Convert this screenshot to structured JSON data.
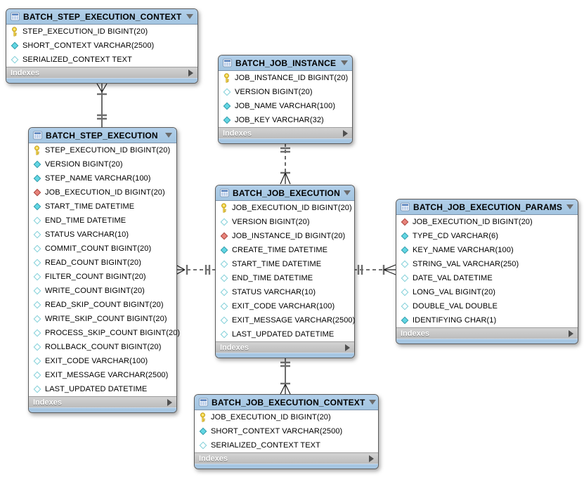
{
  "tables": [
    {
      "name": "BATCH_STEP_EXECUTION_CONTEXT",
      "indexes_label": "Indexes",
      "fields": [
        {
          "icon": "primary-key",
          "name": "STEP_EXECUTION_ID",
          "type": "BIGINT(20)"
        },
        {
          "icon": "column-filled",
          "name": "SHORT_CONTEXT",
          "type": "VARCHAR(2500)"
        },
        {
          "icon": "column-hollow",
          "name": "SERIALIZED_CONTEXT",
          "type": "TEXT"
        }
      ]
    },
    {
      "name": "BATCH_JOB_INSTANCE",
      "indexes_label": "Indexes",
      "fields": [
        {
          "icon": "primary-key",
          "name": "JOB_INSTANCE_ID",
          "type": "BIGINT(20)"
        },
        {
          "icon": "column-hollow",
          "name": "VERSION",
          "type": "BIGINT(20)"
        },
        {
          "icon": "column-filled",
          "name": "JOB_NAME",
          "type": "VARCHAR(100)"
        },
        {
          "icon": "column-filled",
          "name": "JOB_KEY",
          "type": "VARCHAR(32)"
        }
      ]
    },
    {
      "name": "BATCH_STEP_EXECUTION",
      "indexes_label": "Indexes",
      "fields": [
        {
          "icon": "primary-key",
          "name": "STEP_EXECUTION_ID",
          "type": "BIGINT(20)"
        },
        {
          "icon": "column-filled",
          "name": "VERSION",
          "type": "BIGINT(20)"
        },
        {
          "icon": "column-filled",
          "name": "STEP_NAME",
          "type": "VARCHAR(100)"
        },
        {
          "icon": "foreign-key",
          "name": "JOB_EXECUTION_ID",
          "type": "BIGINT(20)"
        },
        {
          "icon": "column-filled",
          "name": "START_TIME",
          "type": "DATETIME"
        },
        {
          "icon": "column-hollow",
          "name": "END_TIME",
          "type": "DATETIME"
        },
        {
          "icon": "column-hollow",
          "name": "STATUS",
          "type": "VARCHAR(10)"
        },
        {
          "icon": "column-hollow",
          "name": "COMMIT_COUNT",
          "type": "BIGINT(20)"
        },
        {
          "icon": "column-hollow",
          "name": "READ_COUNT",
          "type": "BIGINT(20)"
        },
        {
          "icon": "column-hollow",
          "name": "FILTER_COUNT",
          "type": "BIGINT(20)"
        },
        {
          "icon": "column-hollow",
          "name": "WRITE_COUNT",
          "type": "BIGINT(20)"
        },
        {
          "icon": "column-hollow",
          "name": "READ_SKIP_COUNT",
          "type": "BIGINT(20)"
        },
        {
          "icon": "column-hollow",
          "name": "WRITE_SKIP_COUNT",
          "type": "BIGINT(20)"
        },
        {
          "icon": "column-hollow",
          "name": "PROCESS_SKIP_COUNT",
          "type": "BIGINT(20)"
        },
        {
          "icon": "column-hollow",
          "name": "ROLLBACK_COUNT",
          "type": "BIGINT(20)"
        },
        {
          "icon": "column-hollow",
          "name": "EXIT_CODE",
          "type": "VARCHAR(100)"
        },
        {
          "icon": "column-hollow",
          "name": "EXIT_MESSAGE",
          "type": "VARCHAR(2500)"
        },
        {
          "icon": "column-hollow",
          "name": "LAST_UPDATED",
          "type": "DATETIME"
        }
      ]
    },
    {
      "name": "BATCH_JOB_EXECUTION",
      "indexes_label": "Indexes",
      "fields": [
        {
          "icon": "primary-key",
          "name": "JOB_EXECUTION_ID",
          "type": "BIGINT(20)"
        },
        {
          "icon": "column-hollow",
          "name": "VERSION",
          "type": "BIGINT(20)"
        },
        {
          "icon": "foreign-key",
          "name": "JOB_INSTANCE_ID",
          "type": "BIGINT(20)"
        },
        {
          "icon": "column-filled",
          "name": "CREATE_TIME",
          "type": "DATETIME"
        },
        {
          "icon": "column-hollow",
          "name": "START_TIME",
          "type": "DATETIME"
        },
        {
          "icon": "column-hollow",
          "name": "END_TIME",
          "type": "DATETIME"
        },
        {
          "icon": "column-hollow",
          "name": "STATUS",
          "type": "VARCHAR(10)"
        },
        {
          "icon": "column-hollow",
          "name": "EXIT_CODE",
          "type": "VARCHAR(100)"
        },
        {
          "icon": "column-hollow",
          "name": "EXIT_MESSAGE",
          "type": "VARCHAR(2500)"
        },
        {
          "icon": "column-hollow",
          "name": "LAST_UPDATED",
          "type": "DATETIME"
        }
      ]
    },
    {
      "name": "BATCH_JOB_EXECUTION_PARAMS",
      "indexes_label": "Indexes",
      "fields": [
        {
          "icon": "foreign-key",
          "name": "JOB_EXECUTION_ID",
          "type": "BIGINT(20)"
        },
        {
          "icon": "column-filled",
          "name": "TYPE_CD",
          "type": "VARCHAR(6)"
        },
        {
          "icon": "column-filled",
          "name": "KEY_NAME",
          "type": "VARCHAR(100)"
        },
        {
          "icon": "column-hollow",
          "name": "STRING_VAL",
          "type": "VARCHAR(250)"
        },
        {
          "icon": "column-hollow",
          "name": "DATE_VAL",
          "type": "DATETIME"
        },
        {
          "icon": "column-hollow",
          "name": "LONG_VAL",
          "type": "BIGINT(20)"
        },
        {
          "icon": "column-hollow",
          "name": "DOUBLE_VAL",
          "type": "DOUBLE"
        },
        {
          "icon": "column-filled",
          "name": "IDENTIFYING",
          "type": "CHAR(1)"
        }
      ]
    },
    {
      "name": "BATCH_JOB_EXECUTION_CONTEXT",
      "indexes_label": "Indexes",
      "fields": [
        {
          "icon": "primary-key",
          "name": "JOB_EXECUTION_ID",
          "type": "BIGINT(20)"
        },
        {
          "icon": "column-filled",
          "name": "SHORT_CONTEXT",
          "type": "VARCHAR(2500)"
        },
        {
          "icon": "column-hollow",
          "name": "SERIALIZED_CONTEXT",
          "type": "TEXT"
        }
      ]
    }
  ],
  "relationships": [
    {
      "from": "BATCH_STEP_EXECUTION_CONTEXT",
      "to": "BATCH_STEP_EXECUTION",
      "line": "solid",
      "from_cardinality": "one-or-many",
      "to_cardinality": "exactly-one"
    },
    {
      "from": "BATCH_JOB_EXECUTION",
      "to": "BATCH_JOB_INSTANCE",
      "line": "dashed",
      "from_cardinality": "one-or-many",
      "to_cardinality": "exactly-one"
    },
    {
      "from": "BATCH_STEP_EXECUTION",
      "to": "BATCH_JOB_EXECUTION",
      "line": "dashed",
      "from_cardinality": "one-or-many",
      "to_cardinality": "exactly-one"
    },
    {
      "from": "BATCH_JOB_EXECUTION_PARAMS",
      "to": "BATCH_JOB_EXECUTION",
      "line": "dashed",
      "from_cardinality": "one-or-many",
      "to_cardinality": "exactly-one"
    },
    {
      "from": "BATCH_JOB_EXECUTION_CONTEXT",
      "to": "BATCH_JOB_EXECUTION",
      "line": "solid",
      "from_cardinality": "one-or-many",
      "to_cardinality": "exactly-one"
    }
  ],
  "colors": {
    "header_blue": "#a6c6e2",
    "footer_gray": "#c6c6c6",
    "footer_text": "#ffffff",
    "table_border": "#5c5c5c",
    "field_text": "#000000",
    "primary_key_yellow": "#f0d23c",
    "column_filled_cyan": "#63d6e3",
    "foreign_key_red": "#e8837b",
    "connector_line": "#1c1c1c",
    "cardinality_bar": "#6e6e6e",
    "canvas_bg": "#ffffff"
  }
}
